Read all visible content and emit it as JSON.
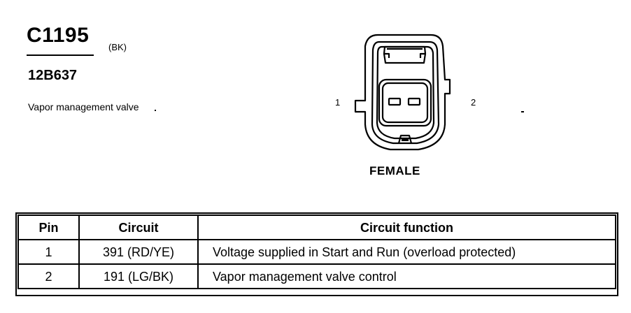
{
  "connector": {
    "id": "C1195",
    "color": "(BK)",
    "part_number": "12B637",
    "description": "Vapor management valve",
    "pin_left": "1",
    "pin_right": "2",
    "gender": "FEMALE"
  },
  "table": {
    "headers": {
      "pin": "Pin",
      "circuit": "Circuit",
      "function": "Circuit function"
    },
    "rows": [
      {
        "pin": "1",
        "circuit": "391 (RD/YE)",
        "function": "Voltage supplied in Start and Run (overload protected)"
      },
      {
        "pin": "2",
        "circuit": "191 (LG/BK)",
        "function": "Vapor management valve control"
      }
    ]
  }
}
